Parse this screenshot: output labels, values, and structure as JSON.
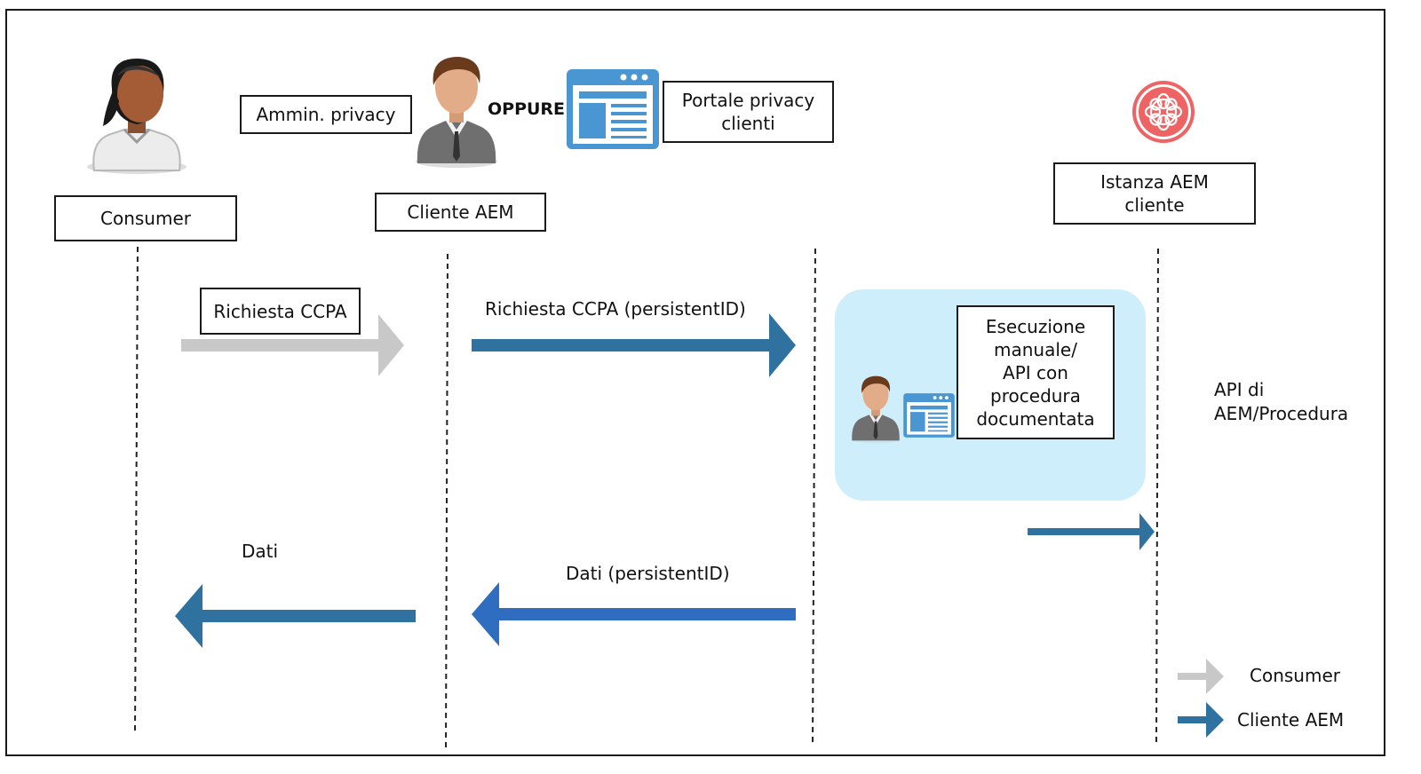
{
  "actors": {
    "consumer": "Consumer",
    "customer": "Cliente AEM",
    "privacy_admin": "Ammin. privacy",
    "or": "OPPURE",
    "privacy_portal": "Portale privacy\nclienti",
    "aem_instance": "Istanza AEM\ncliente"
  },
  "messages": {
    "ccpa_request": "Richiesta CCPA",
    "ccpa_request_id": "Richiesta CCPA (persistentID)",
    "manual_execution": "Esecuzione\nmanuale/\nAPI con\nprocedura\ndocumentata",
    "aem_api": "API di\nAEM/Procedura",
    "data_id": "Dati (persistentID)",
    "data": "Dati"
  },
  "legend": {
    "consumer": "Consumer",
    "customer": "Cliente AEM"
  },
  "icons": {
    "consumer": "person-female-icon",
    "customer": "person-male-icon",
    "portal": "browser-window-icon",
    "aem": "adobe-experience-cloud-icon"
  },
  "colors": {
    "consumer_arrow": "#c8c8c8",
    "customer_arrow": "#2f72a0",
    "panel": "#cfeefb",
    "aem_logo": "#ee5a5a"
  }
}
